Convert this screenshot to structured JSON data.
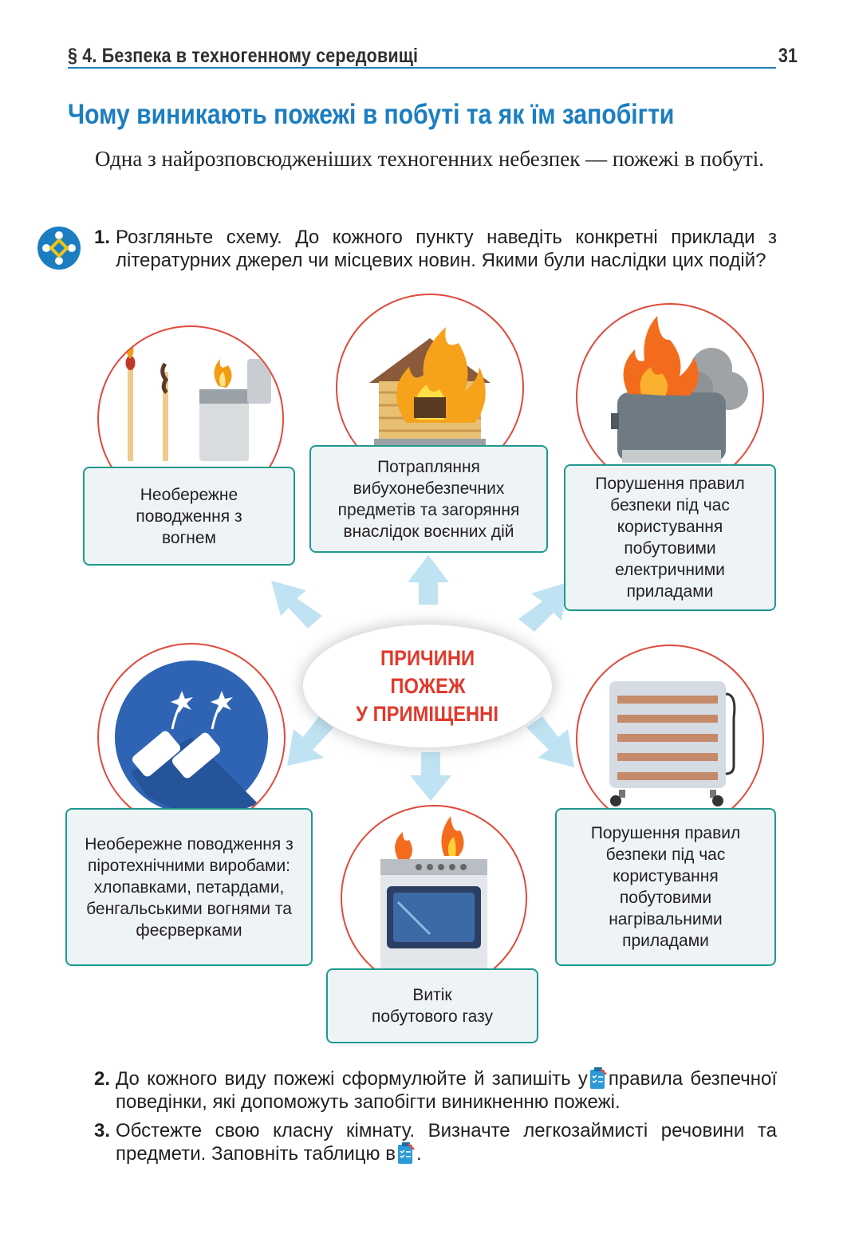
{
  "header": {
    "section": "§ 4. Безпека в техногенному середовищі",
    "page_number": "31"
  },
  "heading": "Чому виникають пожежі в побуті та як їм запобігти",
  "intro": "Одна з найрозповсюдженіших техногенних небезпек — пожежі в побуті.",
  "tasks": {
    "t1": {
      "num": "1.",
      "text": "Розгляньте схему. До кожного пункту наведіть конкретні приклади з літературних джерел чи місцевих новин. Якими були наслідки цих подій?"
    },
    "t2": {
      "num": "2.",
      "text_a": "До кожного виду пожежі сформулюйте й запишіть у",
      "text_b": "правила безпечної поведінки, які допоможуть запобігти виникненню пожежі."
    },
    "t3": {
      "num": "3.",
      "text_a": "Обстежте свою класну кімнату. Визначте легкозаймисті речовини та предмети. Заповніть таблицю в",
      "text_b": "."
    }
  },
  "diagram": {
    "center": [
      "ПРИЧИНИ",
      "ПОЖЕЖ",
      "У ПРИМІЩЕННІ"
    ],
    "causes": {
      "fire": "Необережне поводження з вогнем",
      "explosive": "Потрапляння вибухонебезпечних предметів та загоряння внаслідок воєнних дій",
      "electric": "Порушення правил безпеки під час користування побутовими електричними приладами",
      "pyro": "Необережне поводження з піротехнічними виробами: хлопавками, петардами, бенгальськими вогнями та феєрверками",
      "gas": "Витік побутового газу",
      "heating": "Порушення правил безпеки під час користування побутовими нагрівальними приладами"
    }
  },
  "colors": {
    "heading_blue": "#1c7ec1",
    "center_red": "#e03a2c",
    "circle_red": "#e04a3a",
    "box_border": "#1e9a8e",
    "arrow": "#bfe3f2"
  }
}
